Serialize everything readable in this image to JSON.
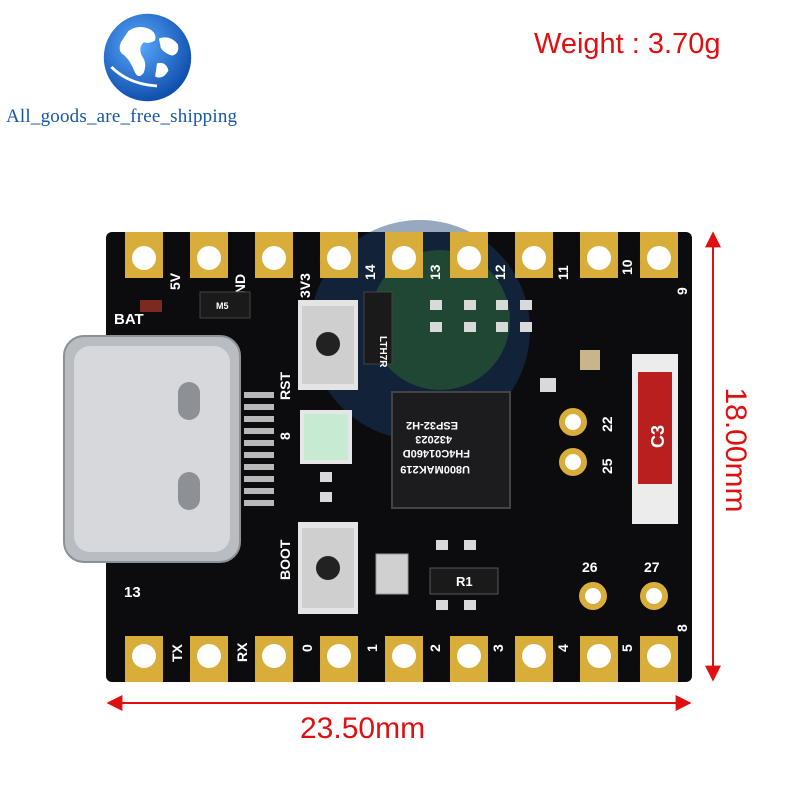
{
  "brand": {
    "text": "All_goods_are_free_shipping"
  },
  "weight": {
    "text": "Weight : 3.70g"
  },
  "dimensions": {
    "width": "23.50mm",
    "height": "18.00mm"
  },
  "board": {
    "top_pins": [
      "5V",
      "GND",
      "3V3",
      "14",
      "13",
      "12",
      "11",
      "10",
      "9"
    ],
    "bottom_pins": [
      "TX",
      "RX",
      "0",
      "1",
      "2",
      "3",
      "4",
      "5",
      "8"
    ],
    "side_labels": {
      "bat": "BAT",
      "rst": "RST",
      "boot": "BOOT",
      "led": "8",
      "pin13": "13"
    },
    "inner_pins": [
      "22",
      "25",
      "26",
      "27"
    ],
    "chip_text": [
      "ESP32-H2",
      "432023",
      "FH4C01460D",
      "U800MAK219"
    ],
    "marks": {
      "regulator": "LTH7R",
      "resistor": "R1",
      "cap": "C3",
      "diode": "M5"
    }
  },
  "colors": {
    "pcb": "#0c0c0e",
    "gold": "#d9ad3a",
    "dimension": "#e01010",
    "brand": "#1656a8"
  }
}
